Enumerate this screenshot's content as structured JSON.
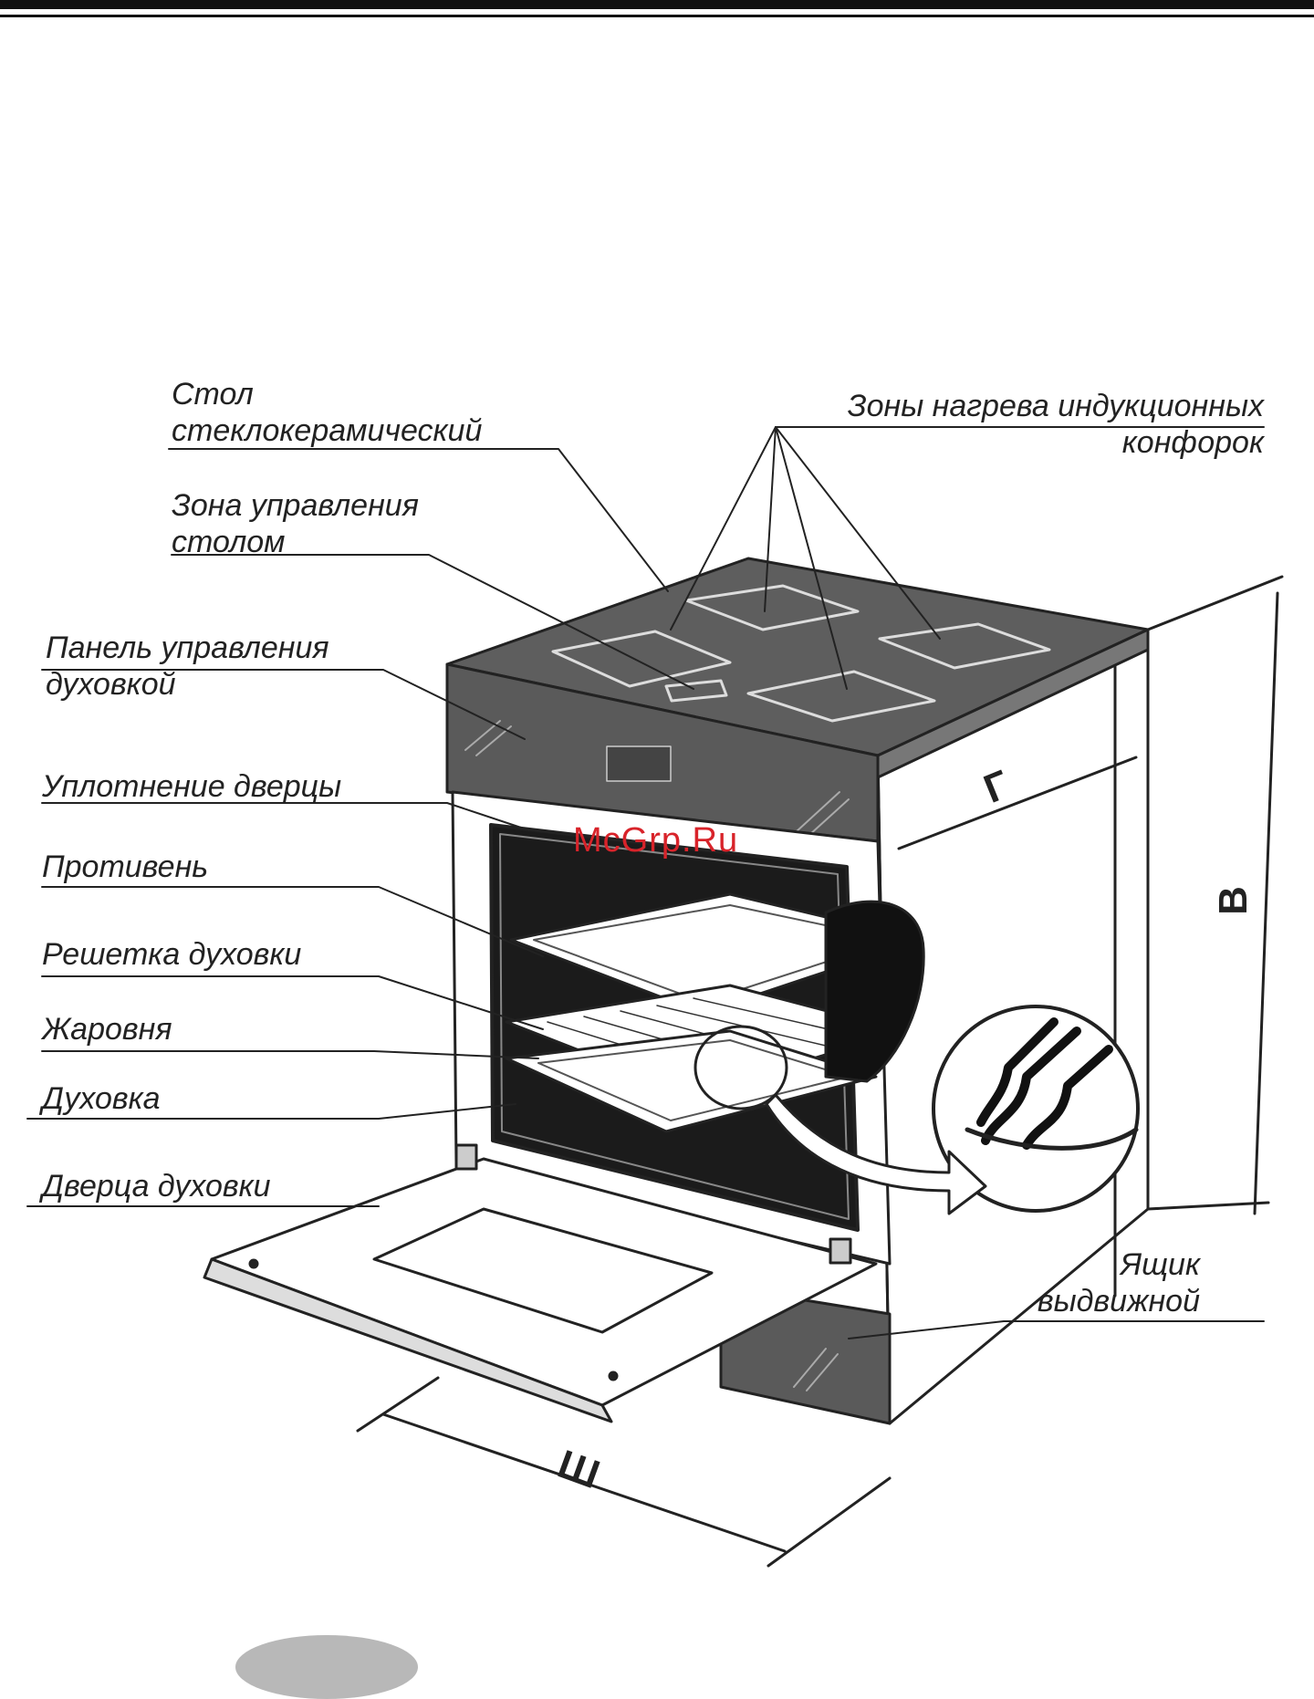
{
  "labels": {
    "glass_ceramic_top": [
      "Стол",
      "стеклокерамический"
    ],
    "induction_zones": [
      "Зоны нагрева индукционных",
      "конфорок"
    ],
    "cooktop_control": [
      "Зона управления",
      "столом"
    ],
    "oven_control_panel": [
      "Панель управления",
      "духовкой"
    ],
    "door_seal": "Уплотнение дверцы",
    "baking_tray": "Противень",
    "oven_rack": "Решетка духовки",
    "roasting_pan": "Жаровня",
    "oven": "Духовка",
    "oven_door": "Дверца духовки",
    "drawer": [
      "Ящик",
      "выдвижной"
    ]
  },
  "dimensions": {
    "depth": "Г",
    "height": "В",
    "width": "Ш"
  },
  "watermark": "McGrp.Ru",
  "colors": {
    "line": "#222222",
    "panel_dark": "#5a5a5a",
    "cavity": "#1b1b1b",
    "watermark": "#d8232a",
    "badge": "#b8b8b8"
  }
}
